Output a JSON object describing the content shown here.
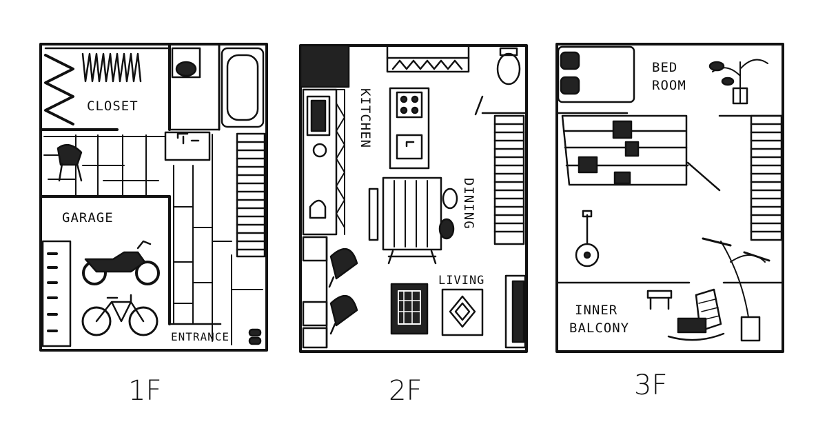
{
  "colors": {
    "ink": "#111111",
    "paper": "#ffffff",
    "shade": "#222222"
  },
  "floors": [
    {
      "label": "1F",
      "rooms": [
        "CLOSET",
        "GARAGE",
        "ENTRANCE"
      ]
    },
    {
      "label": "2F",
      "rooms": [
        "KITCHEN",
        "DINING",
        "LIVING"
      ]
    },
    {
      "label": "3F",
      "rooms": [
        "BED",
        "ROOM",
        "INNER",
        "BALCONY"
      ]
    }
  ],
  "icons": [
    "clothes-rack-icon",
    "toilet-icon",
    "bathtub-icon",
    "sink-icon",
    "chair-icon",
    "stairs-icon",
    "motorcycle-icon",
    "bicycle-icon",
    "shoes-icon",
    "shelf-icon",
    "stove-icon",
    "fridge-icon",
    "table-icon",
    "armchair-icon",
    "rug-icon",
    "tv-icon",
    "bed-icon",
    "plant-icon",
    "guitar-icon",
    "bookshelf-icon",
    "stool-icon",
    "rocking-chair-icon"
  ]
}
